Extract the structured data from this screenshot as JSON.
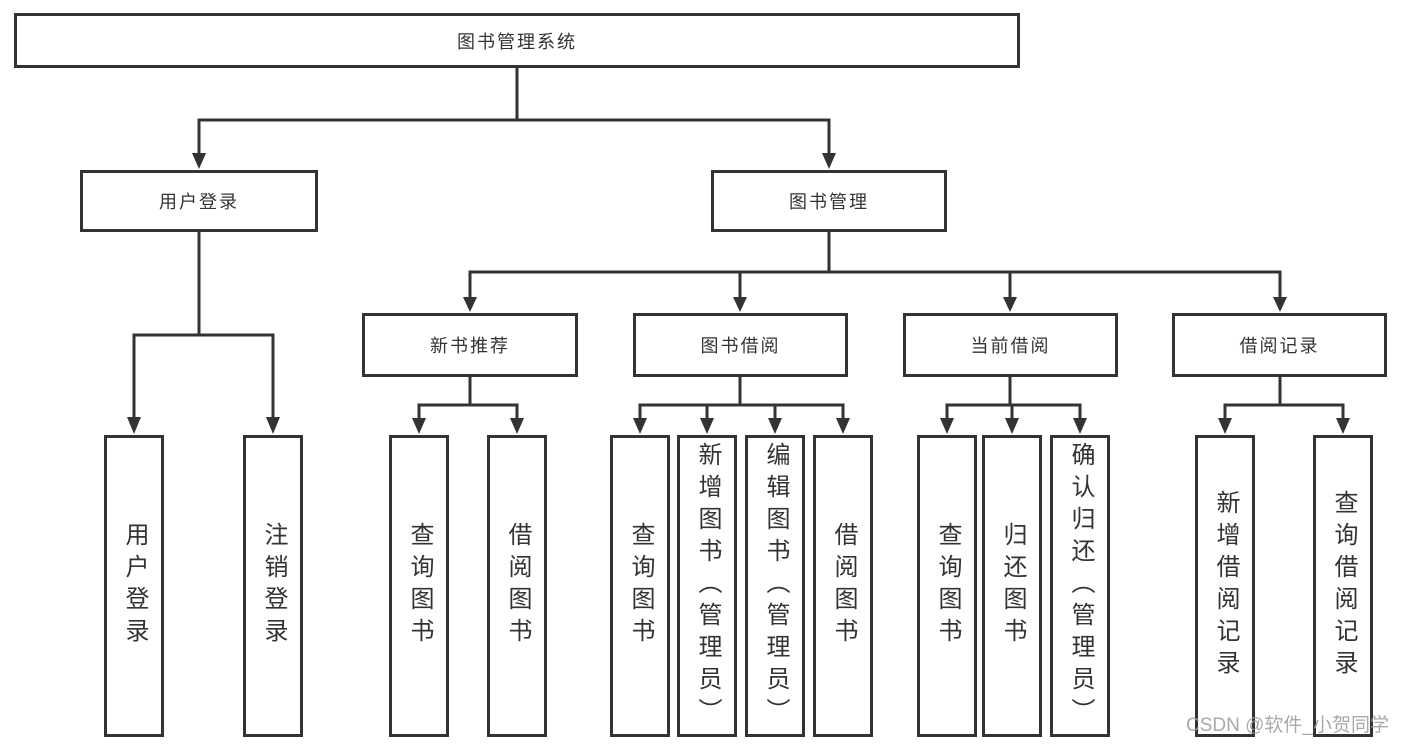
{
  "tree": {
    "root_label": "图书管理系统",
    "user_login": {
      "label": "用户登录",
      "children": [
        "用户登录",
        "注销登录"
      ]
    },
    "book_management": {
      "label": "图书管理",
      "sections": [
        {
          "label": "新书推荐",
          "children": [
            "查询图书",
            "借阅图书"
          ]
        },
        {
          "label": "图书借阅",
          "children": [
            "查询图书",
            "新增图书（管理员）",
            "编辑图书（管理员）",
            "借阅图书"
          ]
        },
        {
          "label": "当前借阅",
          "children": [
            "查询图书",
            "归还图书",
            "确认归还（管理员）"
          ]
        },
        {
          "label": "借阅记录",
          "children": [
            "新增借阅记录",
            "查询借阅记录"
          ]
        }
      ]
    }
  },
  "watermark": "CSDN @软件_小贺同学",
  "colors": {
    "line": "#333333",
    "text": "#333333",
    "watermark": "#9b9b9b",
    "background": "#ffffff"
  }
}
